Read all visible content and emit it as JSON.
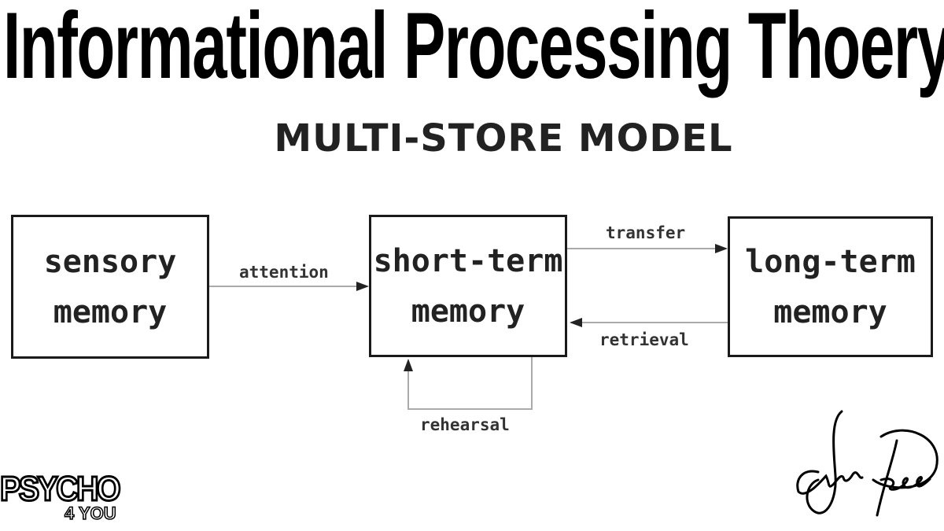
{
  "title": "Informational Processing Thoery",
  "diagram": {
    "title": "MULTI-STORE MODEL",
    "nodes": [
      {
        "line1": "sensory",
        "line2": "memory"
      },
      {
        "line1": "short-term",
        "line2": "memory"
      },
      {
        "line1": "long-term",
        "line2": "memory"
      }
    ],
    "edges": {
      "attention": "attention",
      "transfer": "transfer",
      "retrieval": "retrieval",
      "rehearsal": "rehearsal"
    }
  },
  "logo": {
    "main": "PSYCHO",
    "sub": "4 YOU"
  },
  "signature": "Jay Deep"
}
